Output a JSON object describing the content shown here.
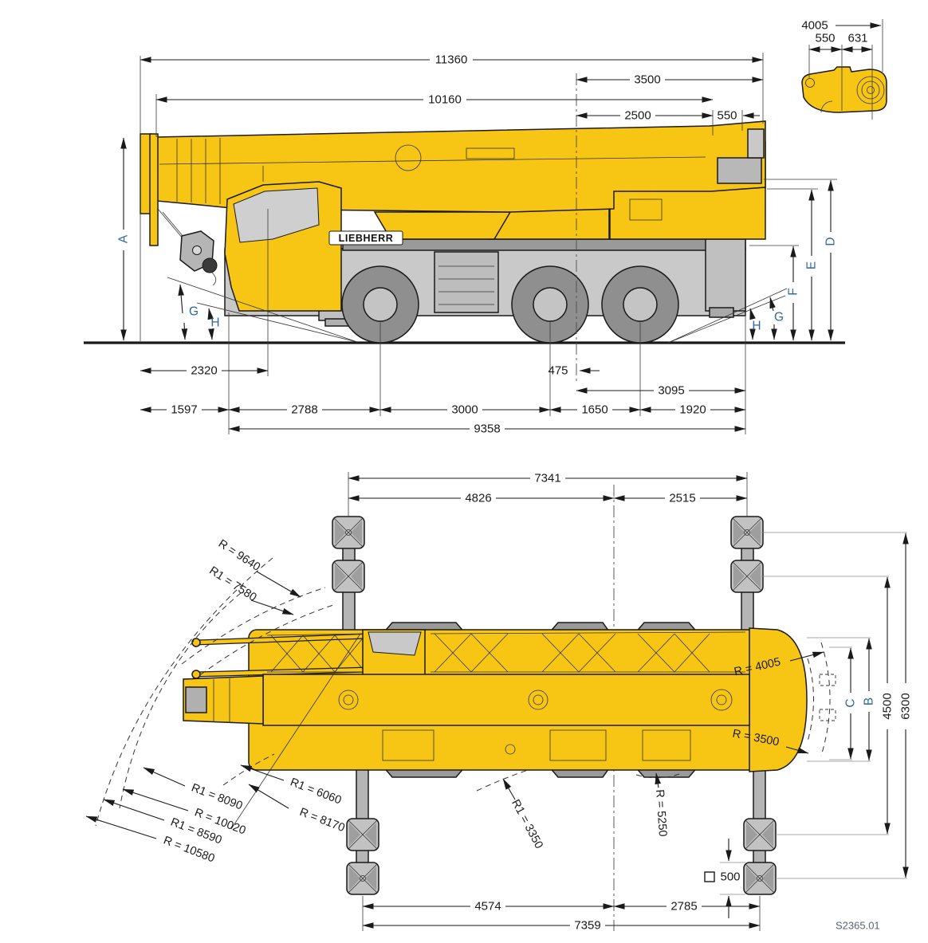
{
  "colors": {
    "crane_yellow": "#F7C513",
    "outline": "#1a1a1a",
    "gray_light": "#c9c9c9",
    "gray_mid": "#a9a9a9",
    "gray_dark": "#8f8f8f",
    "letter_blue": "#31689e",
    "note_gray": "#5a6472"
  },
  "inset": {
    "d4005": "4005",
    "d550": "550",
    "d631": "631"
  },
  "side_view": {
    "logo": "LIEBHERR",
    "dims": {
      "d11360": "11360",
      "d3500": "3500",
      "d10160": "10160",
      "d2500": "2500",
      "d550": "550",
      "d2320": "2320",
      "d475": "475",
      "d3095": "3095",
      "d1597": "1597",
      "d2788": "2788",
      "d3000": "3000",
      "d1650": "1650",
      "d1920": "1920",
      "d9358": "9358"
    },
    "labels": {
      "a": "A",
      "d": "D",
      "e": "E",
      "f": "F",
      "g_left": "G",
      "h_left": "H",
      "g_right": "G",
      "h_right": "H"
    }
  },
  "plan_view": {
    "dims": {
      "d7341": "7341",
      "d4826": "4826",
      "d2515": "2515",
      "d4574": "4574",
      "d2785": "2785",
      "d7359": "7359",
      "d4500": "4500",
      "d6300": "6300",
      "pad_size": "500"
    },
    "labels": {
      "b": "B",
      "c": "C"
    },
    "radii": {
      "r9640": "R = 9640",
      "r1_7580": "R1 = 7580",
      "r1_8090": "R1 = 8090",
      "r10020": "R = 10020",
      "r1_8590": "R1 = 8590",
      "r10580": "R = 10580",
      "r1_6060": "R1 = 6060",
      "r8170": "R = 8170",
      "r1_3350": "R1 = 3350",
      "r5250": "R = 5250",
      "r4005": "R = 4005",
      "r3500": "R = 3500"
    }
  },
  "footer": {
    "drawing_number": "S2365.01"
  }
}
